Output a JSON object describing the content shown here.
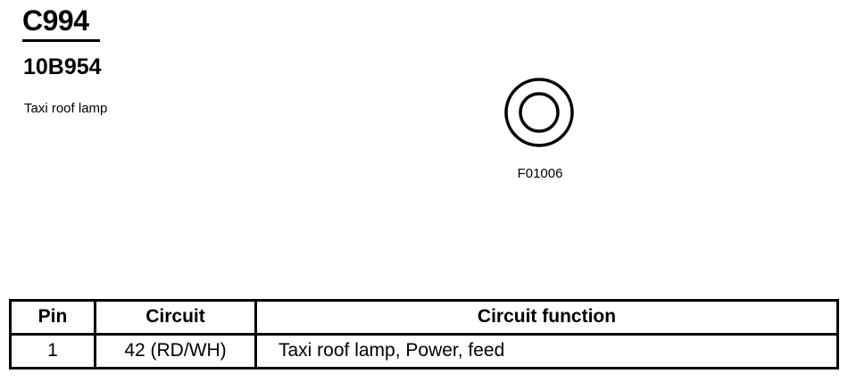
{
  "connector": {
    "id": "C994",
    "part_number": "10B954",
    "description": "Taxi roof lamp",
    "figure_code": "F01006"
  },
  "table": {
    "headers": {
      "pin": "Pin",
      "circuit": "Circuit",
      "function": "Circuit function"
    },
    "rows": [
      {
        "pin": "1",
        "circuit": "42 (RD/WH)",
        "function": "Taxi roof lamp, Power, feed"
      }
    ]
  }
}
